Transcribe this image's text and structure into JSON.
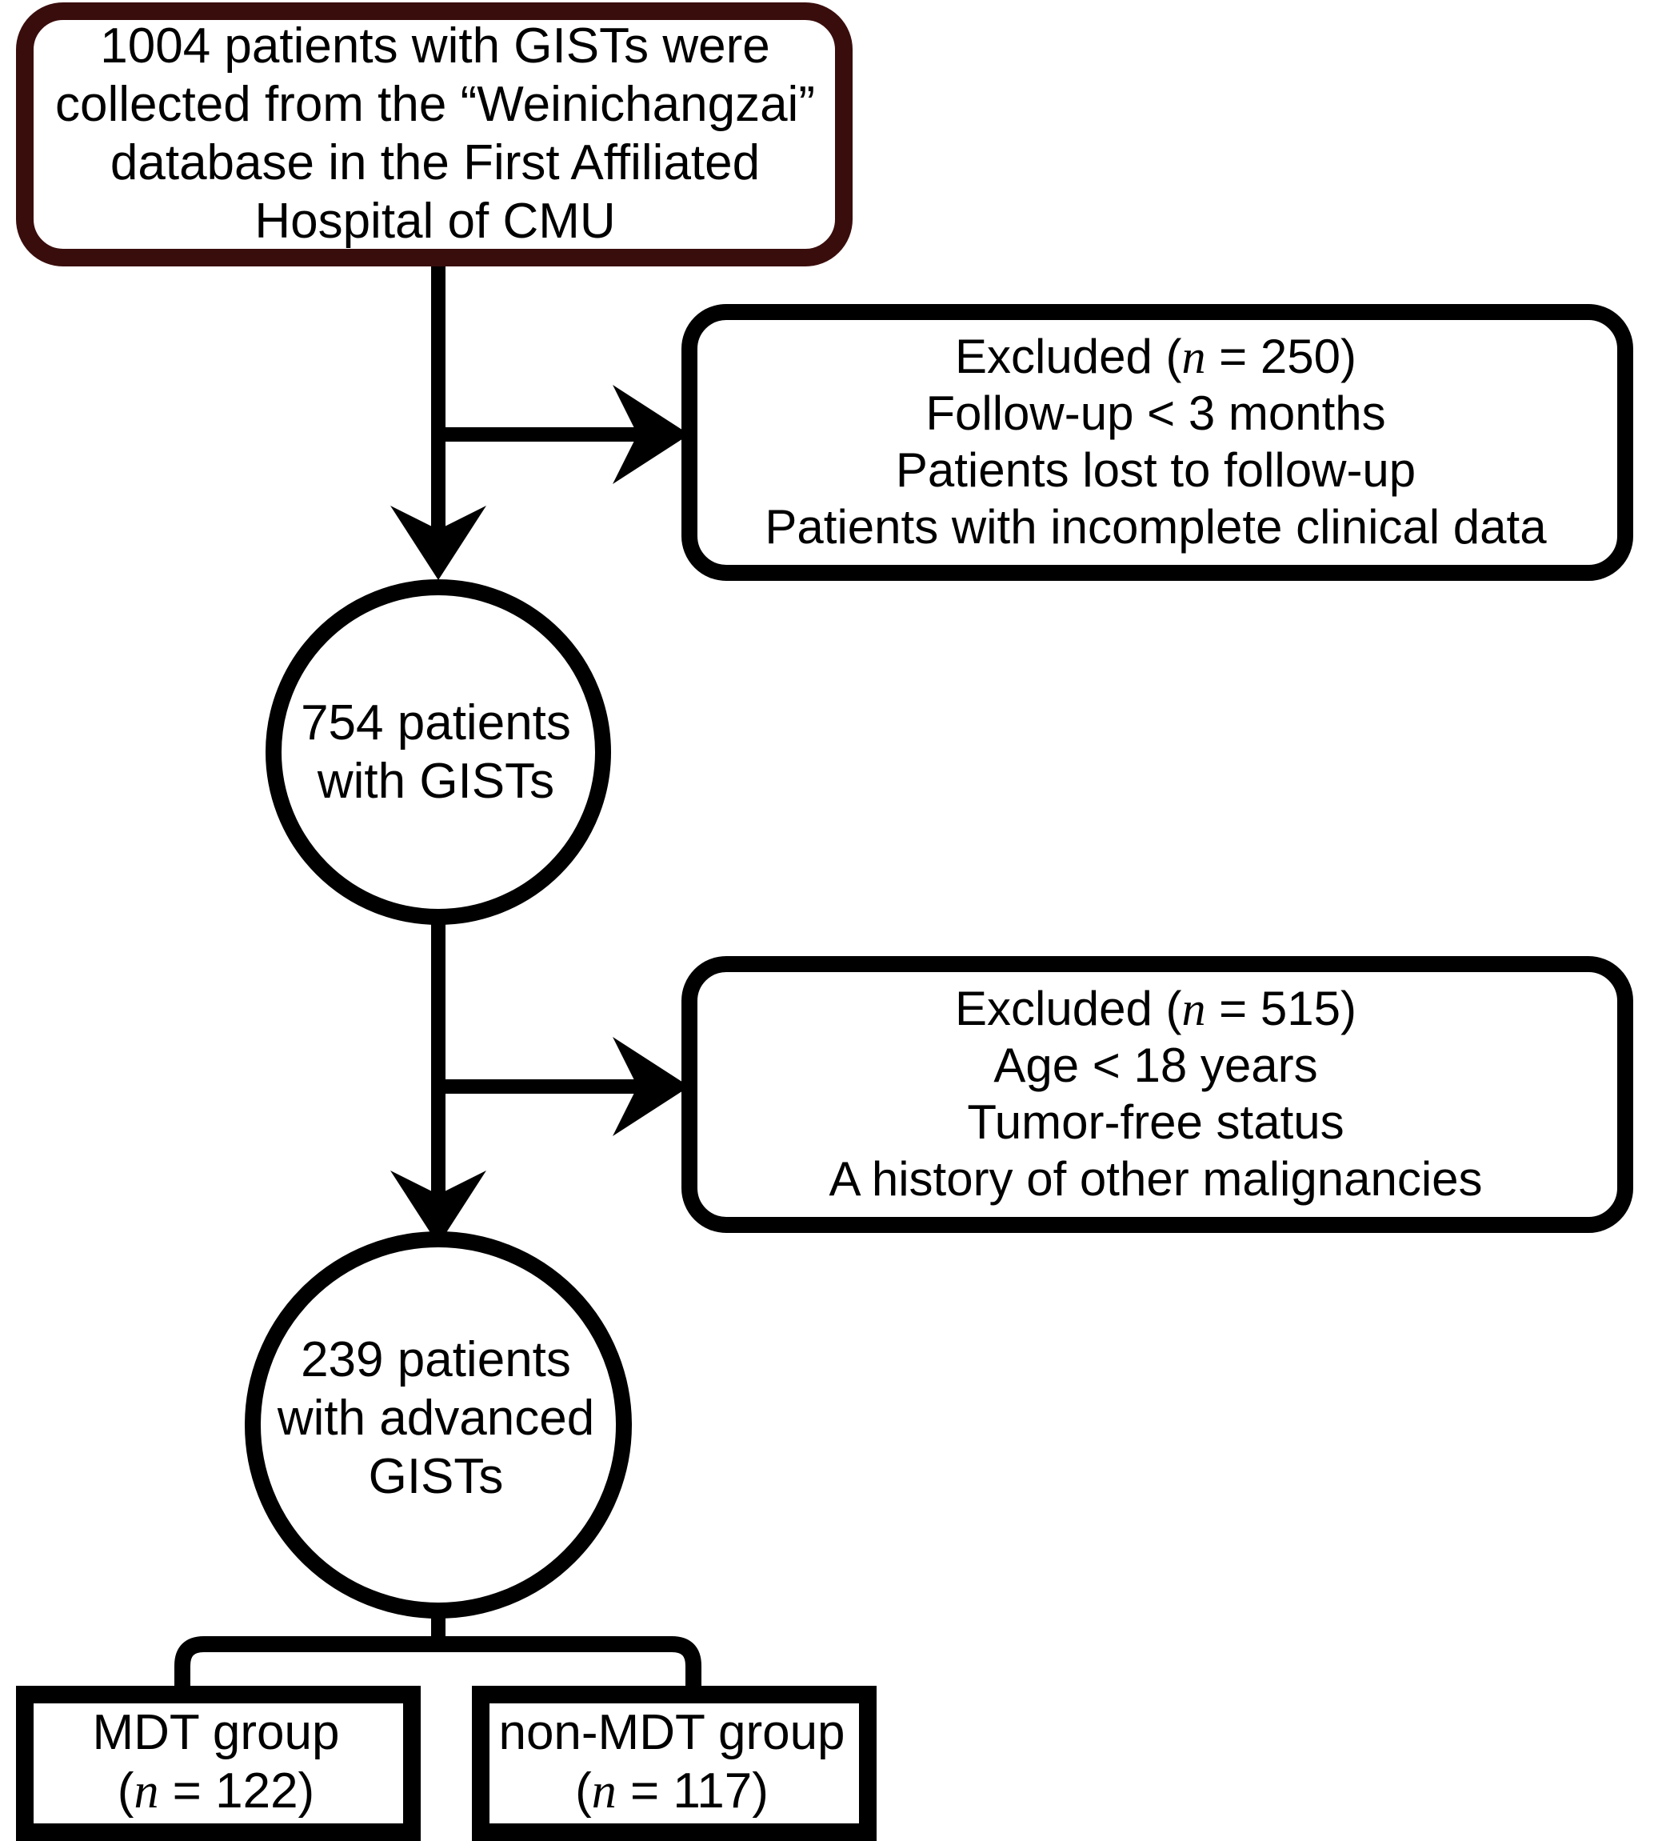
{
  "figure": {
    "type": "flowchart",
    "orientation": "vertical",
    "colors": {
      "source_box_border": "#3a0d0d",
      "default_stroke": "#000000",
      "background": "#ffffff",
      "text": "#000000"
    }
  },
  "nodes": {
    "source_box": {
      "shape": "rounded-rectangle",
      "border_color": "#3a0d0d",
      "lines": [
        "1004 patients with GISTs were",
        "collected from the “Weinichangzai”",
        "database in the First Affiliated",
        "Hospital of CMU"
      ]
    },
    "circle_1": {
      "shape": "circle",
      "border_color": "#000000",
      "lines": [
        "754 patients",
        "with GISTs"
      ]
    },
    "circle_2": {
      "shape": "circle",
      "border_color": "#000000",
      "lines": [
        "239 patients",
        "with advanced",
        "GISTs"
      ]
    },
    "exclusion_1": {
      "shape": "rounded-rectangle",
      "border_color": "#000000",
      "header_prefix": "Excluded (",
      "header_italic": "n",
      "header_suffix": " = 250)",
      "lines": [
        "Follow-up  <  3 months",
        "Patients lost to follow-up",
        "Patients with incomplete clinical data"
      ]
    },
    "exclusion_2": {
      "shape": "rounded-rectangle",
      "border_color": "#000000",
      "header_prefix": "Excluded (",
      "header_italic": "n",
      "header_suffix": " = 515)",
      "lines": [
        "Age  <  18 years",
        "Tumor-free status",
        "A history of other malignancies"
      ]
    },
    "group_1": {
      "shape": "rectangle",
      "border_color": "#000000",
      "label": "MDT group",
      "count_prefix": "(",
      "count_italic": "n",
      "count_suffix": " = 122)"
    },
    "group_2": {
      "shape": "rectangle",
      "border_color": "#000000",
      "label": "non-MDT group",
      "count_prefix": "(",
      "count_italic": "n",
      "count_suffix": " = 117)"
    }
  },
  "edges": [
    {
      "from": "source_box",
      "to": "circle_1",
      "style": "arrow-down"
    },
    {
      "from": "source_box",
      "to": "exclusion_1",
      "style": "arrow-right"
    },
    {
      "from": "circle_1",
      "to": "circle_2",
      "style": "arrow-down"
    },
    {
      "from": "circle_1",
      "to": "exclusion_2",
      "style": "arrow-right"
    },
    {
      "from": "circle_2",
      "to": "group_1",
      "style": "brace"
    },
    {
      "from": "circle_2",
      "to": "group_2",
      "style": "brace"
    }
  ]
}
